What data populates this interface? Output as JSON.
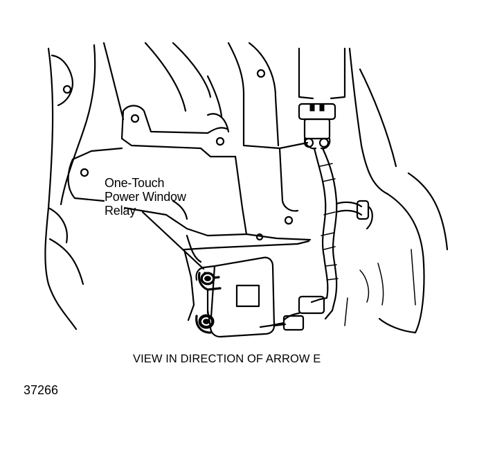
{
  "callout": {
    "line1": "One-Touch",
    "line2": "Power Window",
    "line3": "Relay"
  },
  "caption": "VIEW IN DIRECTION OF ARROW E",
  "figure_number": "37266"
}
